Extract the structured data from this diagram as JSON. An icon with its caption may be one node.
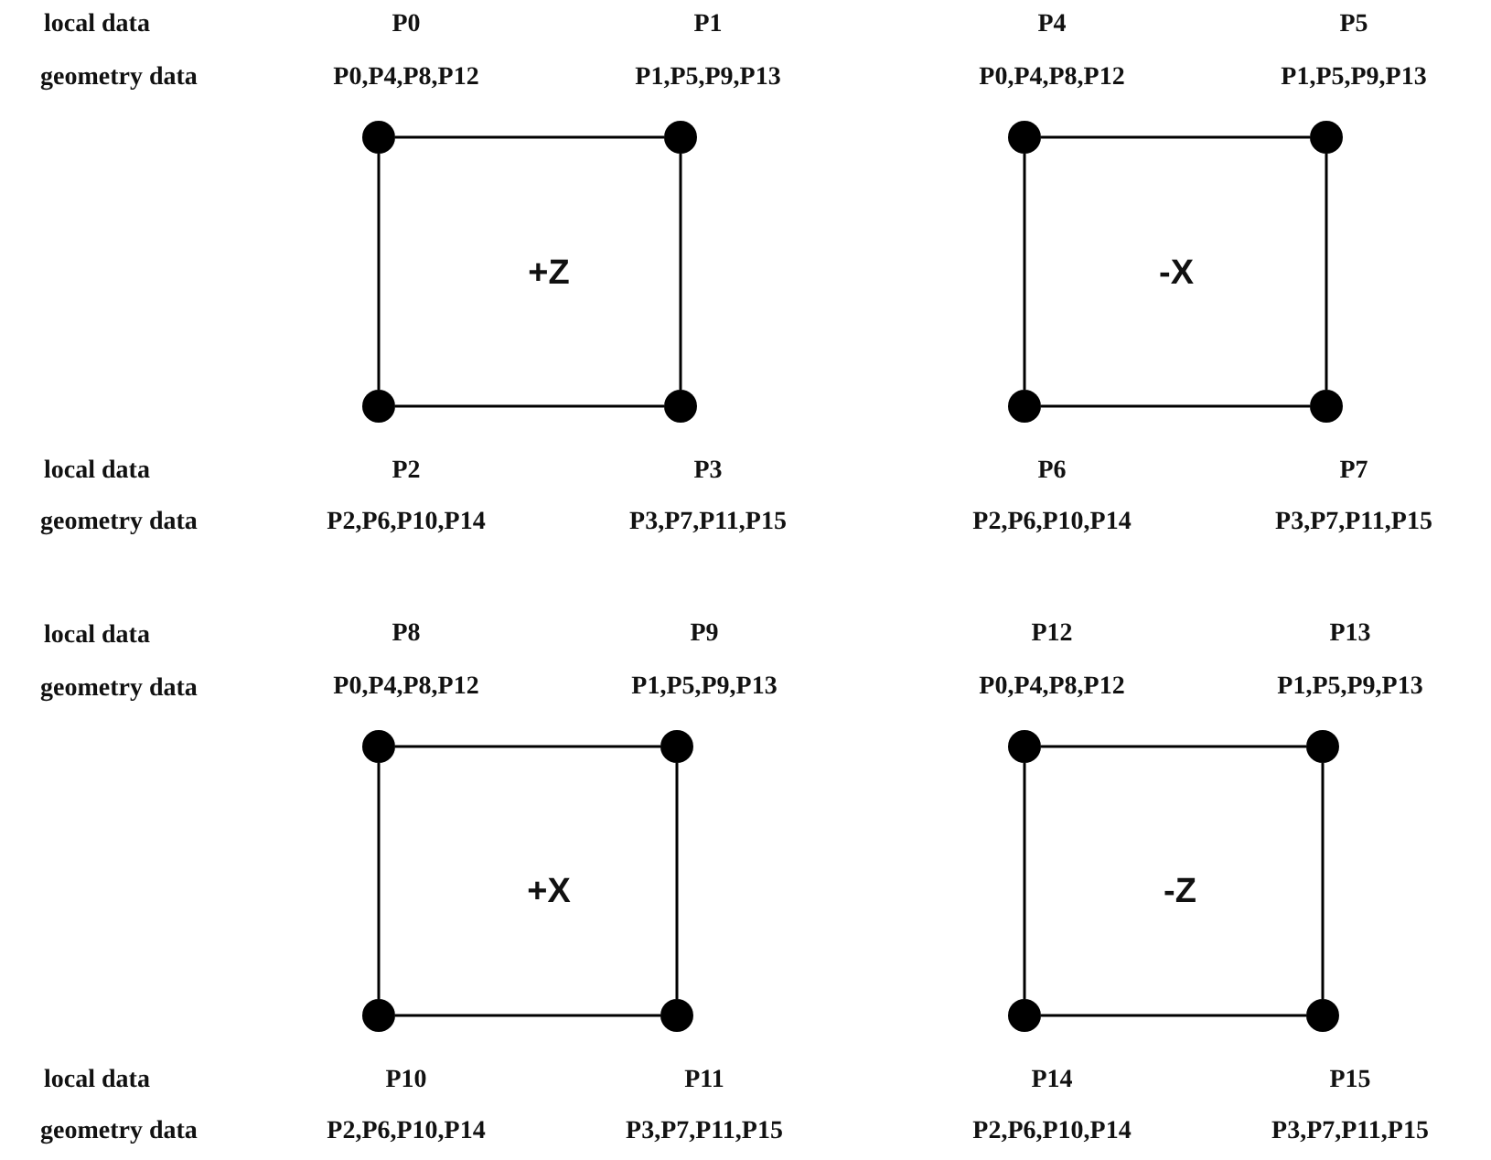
{
  "diagram": {
    "nodes": [
      {
        "text": [],
        "shape": "circle",
        "beside": [
          "P0",
          "P0,P4,P8,P12"
        ]
      },
      {
        "text": [],
        "shape": "circle",
        "beside": [
          "P1",
          "P1,P5,P9,P13"
        ]
      },
      {
        "text": [],
        "shape": "circle",
        "beside": [
          "P2",
          "P2,P6,P10,P14"
        ]
      },
      {
        "text": [],
        "shape": "circle",
        "beside": [
          "P3",
          "P3,P7,P11,P15"
        ]
      },
      {
        "text": [],
        "shape": "circle",
        "beside": [
          "P4",
          "P0,P4,P8,P12"
        ]
      },
      {
        "text": [],
        "shape": "circle",
        "beside": [
          "P5",
          "P1,P5,P9,P13"
        ]
      },
      {
        "text": [],
        "shape": "circle",
        "beside": [
          "P6",
          "P2,P6,P10,P14"
        ]
      },
      {
        "text": [],
        "shape": "circle",
        "beside": [
          "P7",
          "P3,P7,P11,P15"
        ]
      },
      {
        "text": [],
        "shape": "circle",
        "beside": [
          "P8",
          "P0,P4,P8,P12"
        ]
      },
      {
        "text": [],
        "shape": "circle",
        "beside": [
          "P9",
          "P1,P5,P9,P13"
        ]
      },
      {
        "text": [],
        "shape": "circle",
        "beside": [
          "P10",
          "P2,P6,P10,P14"
        ]
      },
      {
        "text": [],
        "shape": "circle",
        "beside": [
          "P11",
          "P3,P7,P11,P15"
        ]
      },
      {
        "text": [],
        "shape": "circle",
        "beside": [
          "P12",
          "P0,P4,P8,P12"
        ]
      },
      {
        "text": [],
        "shape": "circle",
        "beside": [
          "P13",
          "P1,P5,P9,P13"
        ]
      },
      {
        "text": [],
        "shape": "circle",
        "beside": [
          "P14",
          "P2,P6,P10,P14"
        ]
      },
      {
        "text": [],
        "shape": "circle",
        "beside": [
          "P15",
          "P3,P7,P11,P15"
        ]
      }
    ],
    "edges": [
      {
        "from": 0,
        "to": 1,
        "arrow": "none"
      },
      {
        "from": 1,
        "to": 3,
        "arrow": "none"
      },
      {
        "from": 2,
        "to": 3,
        "arrow": "none"
      },
      {
        "from": 0,
        "to": 2,
        "arrow": "none"
      },
      {
        "from": 4,
        "to": 5,
        "arrow": "none"
      },
      {
        "from": 5,
        "to": 7,
        "arrow": "none"
      },
      {
        "from": 6,
        "to": 7,
        "arrow": "none"
      },
      {
        "from": 4,
        "to": 6,
        "arrow": "none"
      },
      {
        "from": 8,
        "to": 9,
        "arrow": "none"
      },
      {
        "from": 9,
        "to": 11,
        "arrow": "none"
      },
      {
        "from": 10,
        "to": 11,
        "arrow": "none"
      },
      {
        "from": 8,
        "to": 10,
        "arrow": "none"
      },
      {
        "from": 12,
        "to": 13,
        "arrow": "none"
      },
      {
        "from": 13,
        "to": 15,
        "arrow": "none"
      },
      {
        "from": 14,
        "to": 15,
        "arrow": "none"
      },
      {
        "from": 12,
        "to": 14,
        "arrow": "none"
      }
    ],
    "labels": [
      "local data",
      "geometry data",
      "+Z",
      "-X",
      "local data",
      "geometry data",
      "local data",
      "geometry data",
      "+X",
      "-Z",
      "local data",
      "geometry data"
    ]
  }
}
